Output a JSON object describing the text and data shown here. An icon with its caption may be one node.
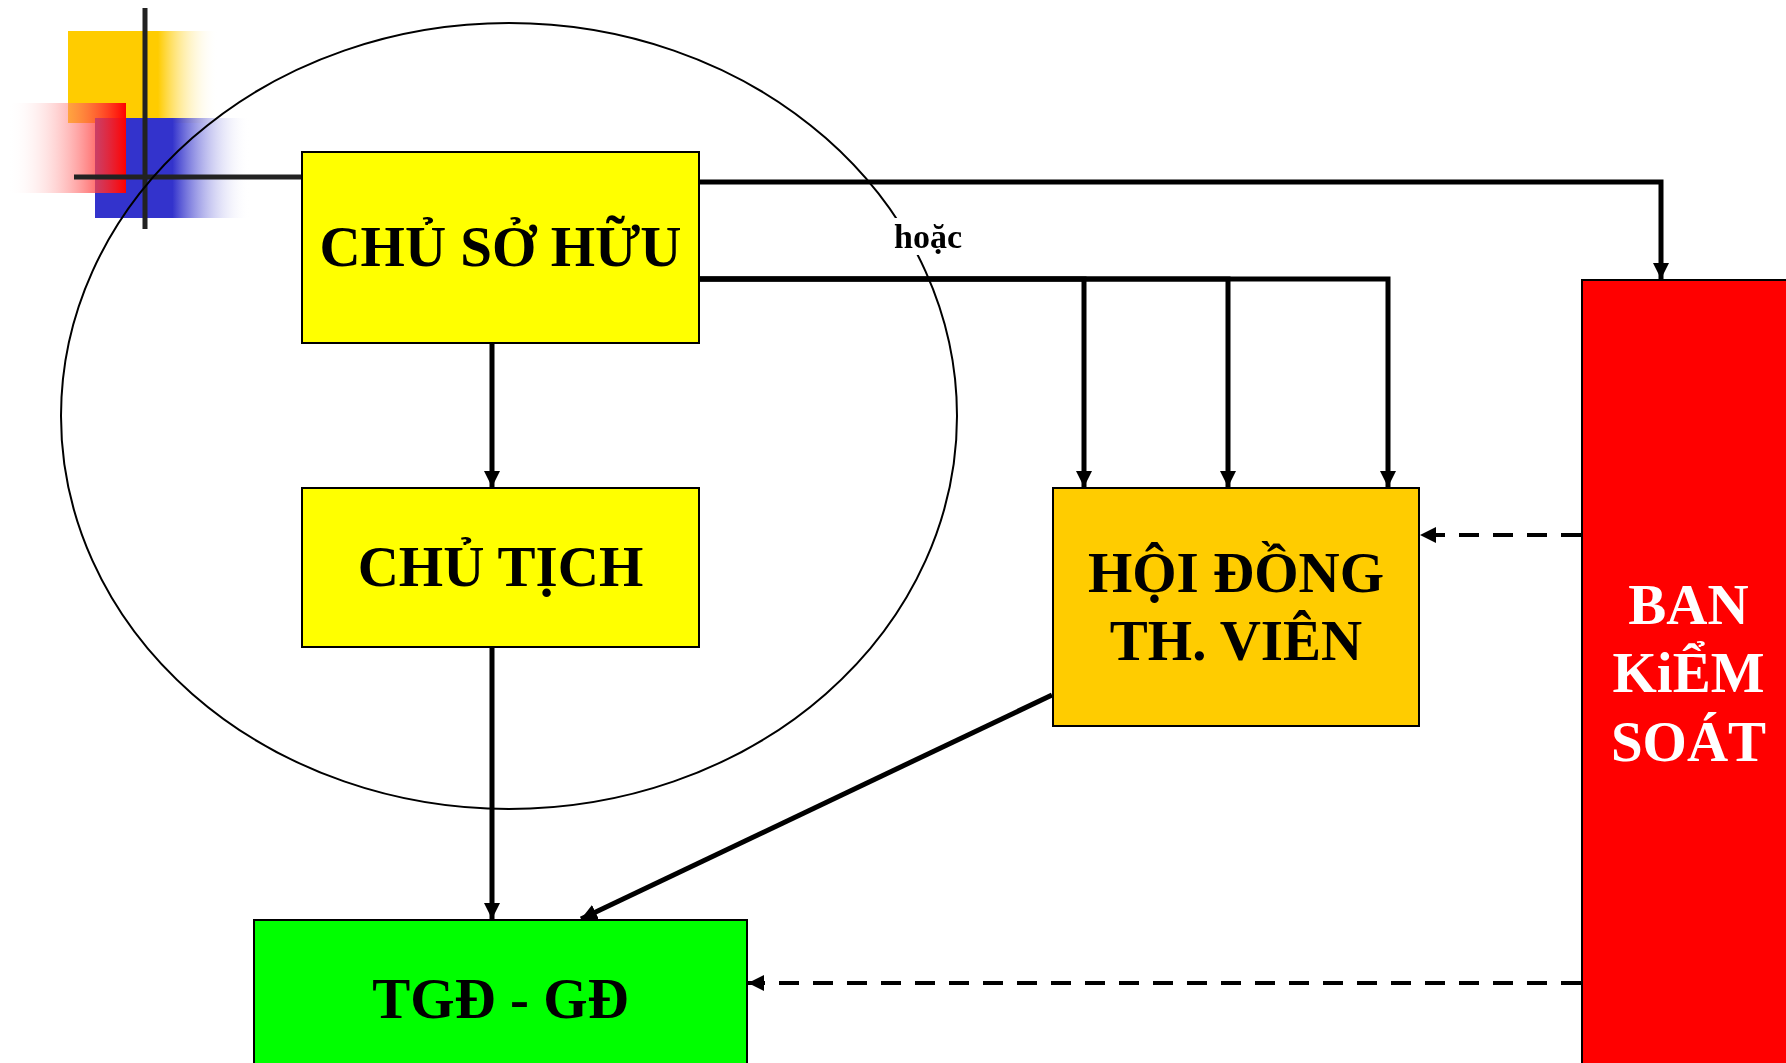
{
  "diagram": {
    "nodes": [
      {
        "text": [
          "CHỦ SỞ HỮU"
        ]
      },
      {
        "text": [
          "CHỦ TỊCH"
        ]
      },
      {
        "text": [
          "HỘI ĐỒNG TH. VIÊN"
        ]
      },
      {
        "text": [
          "BAN KiỂM SOÁT"
        ]
      },
      {
        "text": [
          "TGĐ - GĐ"
        ]
      }
    ],
    "edges": [
      {
        "from": 0,
        "to": 3,
        "arrow": "to"
      },
      {
        "from": 0,
        "to": 2,
        "arrow": "to",
        "label": "hoặc"
      },
      {
        "from": 0,
        "to": 2,
        "arrow": "to"
      },
      {
        "from": 0,
        "to": 2,
        "arrow": "to"
      },
      {
        "from": 0,
        "to": 1,
        "arrow": "to"
      },
      {
        "from": 1,
        "to": 4,
        "arrow": "to"
      },
      {
        "from": 2,
        "to": 4,
        "arrow": "to"
      },
      {
        "from": 3,
        "to": 2,
        "arrow": "to",
        "style": "dashed"
      },
      {
        "from": 3,
        "to": 4,
        "arrow": "to",
        "style": "dashed"
      }
    ]
  }
}
